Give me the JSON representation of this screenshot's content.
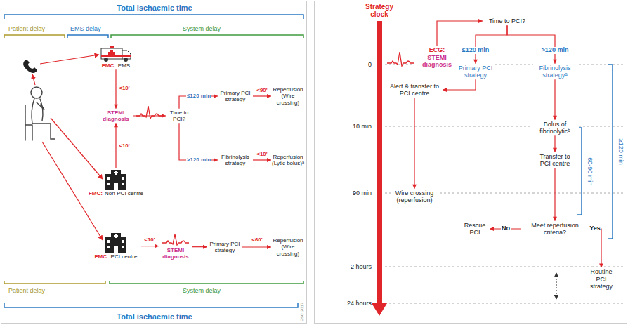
{
  "diagram": {
    "nodes": [
      {
        "text": [
          "FMC:",
          "EMS"
        ]
      },
      {
        "text": [
          "STEMI diagnosis"
        ]
      },
      {
        "text": [
          "Time to PCI?"
        ]
      },
      {
        "text": [
          "Primary PCI strategy"
        ]
      },
      {
        "text": [
          "Reperfusion (Wire crossing)"
        ]
      },
      {
        "text": [
          "Fibrinolysis strategy"
        ]
      },
      {
        "text": [
          "Reperfusion (Lytic bolus)ᵃ"
        ]
      },
      {
        "text": [
          "FMC:",
          "Non-PCI centre"
        ]
      },
      {
        "text": [
          "FMC:",
          "PCI centre"
        ]
      },
      {
        "text": [
          "STEMI diagnosis"
        ]
      },
      {
        "text": [
          "Primary PCI strategy"
        ]
      },
      {
        "text": [
          "Reperfusion (Wire crossing)"
        ]
      },
      {
        "text": [
          "ECG:",
          "STEMI diagnosis"
        ]
      },
      {
        "text": [
          "Time to PCI?"
        ]
      },
      {
        "text": [
          "Primary PCI strategy"
        ]
      },
      {
        "text": [
          "Fibrinolysis strategyᵃ"
        ]
      },
      {
        "text": [
          "Alert & transfer to PCI centre"
        ]
      },
      {
        "text": [
          "Bolus of fibrinolyticᵇ"
        ]
      },
      {
        "text": [
          "Transfer to PCI centre"
        ]
      },
      {
        "text": [
          "Wire crossing (reperfusion)"
        ]
      },
      {
        "text": [
          "Meet reperfusion criteria?"
        ]
      },
      {
        "text": [
          "Rescue PCI"
        ]
      },
      {
        "text": [
          "Routine PCI strategy"
        ]
      }
    ],
    "edges": [
      {
        "from": 0,
        "to": 1,
        "arrow": "to",
        "label": "<10'"
      },
      {
        "from": 7,
        "to": 1,
        "arrow": "to",
        "label": "<10'"
      },
      {
        "from": 1,
        "to": 2,
        "arrow": "to"
      },
      {
        "from": 2,
        "to": 3,
        "arrow": "to",
        "label": "≤120 min"
      },
      {
        "from": 3,
        "to": 4,
        "arrow": "to",
        "label": "<90'"
      },
      {
        "from": 2,
        "to": 5,
        "arrow": "to",
        "label": ">120 min"
      },
      {
        "from": 5,
        "to": 6,
        "arrow": "to",
        "label": "<10'"
      },
      {
        "from": 8,
        "to": 9,
        "arrow": "to",
        "label": "<10'"
      },
      {
        "from": 9,
        "to": 10,
        "arrow": "to"
      },
      {
        "from": 10,
        "to": 11,
        "arrow": "to",
        "label": "<60'"
      },
      {
        "from": 12,
        "to": 13,
        "arrow": "to"
      },
      {
        "from": 13,
        "to": 14,
        "arrow": "to",
        "label": "≤120 min"
      },
      {
        "from": 13,
        "to": 15,
        "arrow": "to",
        "label": ">120 min"
      },
      {
        "from": 14,
        "to": 16,
        "arrow": "to"
      },
      {
        "from": 16,
        "to": 19,
        "arrow": "to"
      },
      {
        "from": 15,
        "to": 17,
        "arrow": "to"
      },
      {
        "from": 17,
        "to": 18,
        "arrow": "to"
      },
      {
        "from": 18,
        "to": 20,
        "arrow": "to"
      },
      {
        "from": 20,
        "to": 21,
        "arrow": "to",
        "label": "No"
      },
      {
        "from": 20,
        "to": 22,
        "arrow": "to",
        "label": "Yes"
      }
    ],
    "labels": [
      "Total ischaemic time",
      "Patient delay",
      "EMS delay",
      "System delay",
      "Patient delay",
      "System delay",
      "Total ischaemic time",
      "ESC 2017",
      "Strategy clock",
      "0",
      "10 min",
      "90 min",
      "2 hours",
      "24 hours",
      "60-90 min",
      "≥120 min"
    ]
  }
}
